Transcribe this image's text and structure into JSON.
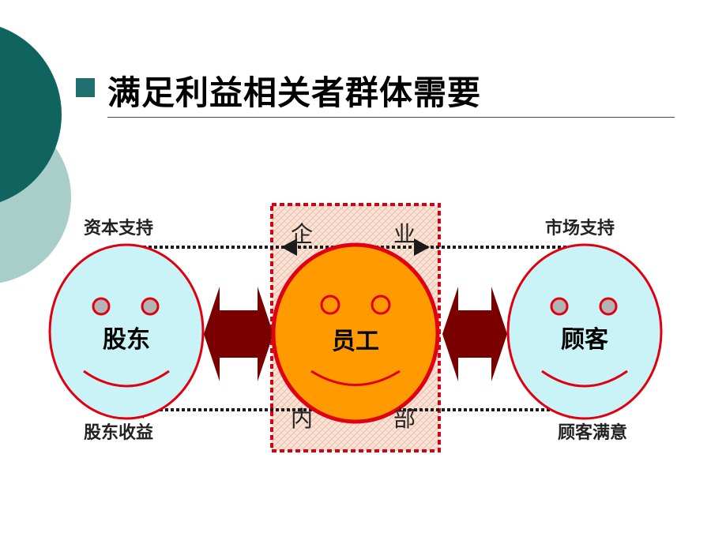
{
  "slide": {
    "title": "满足利益相关者群体需要"
  },
  "diagram": {
    "enterprise_box": {
      "top_left": "企",
      "top_right": "业",
      "bottom_left": "内",
      "bottom_right": "部"
    },
    "faces": {
      "left": "股东",
      "center": "员工",
      "right": "顾客"
    },
    "arrows": {
      "top_left": "资本支持",
      "top_right": "市场支持",
      "bottom_left": "股东收益",
      "bottom_right": "顾客满意"
    },
    "colors": {
      "teal_dark": "#0f6460",
      "teal_light": "#a9cdc9",
      "face_side": "#c9f3f6",
      "face_center": "#ff9a00",
      "outline": "#e00010",
      "arrow_block": "#7a0000",
      "box_fill": "#fbe3d6"
    }
  }
}
